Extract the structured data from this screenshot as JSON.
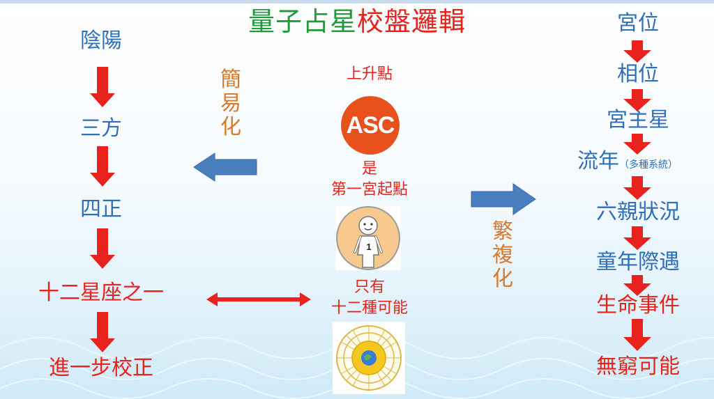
{
  "title": {
    "part1": "量子占星",
    "part2": "校盤邏輯",
    "color1": "#1f9b3a",
    "color2": "#e8231d"
  },
  "left_chain": [
    "陰陽",
    "三方",
    "四正",
    "十二星座之一",
    "進一步校正"
  ],
  "simplify_label": "簡易化",
  "complexify_label": "繁複化",
  "center": {
    "ascendant_label": "上升點",
    "asc_badge": "ASC",
    "is_label": "是",
    "first_house_label": "第一宮起點",
    "person_number": "1",
    "only_label": "只有",
    "twelve_possibilities": "十二種可能"
  },
  "right_chain": [
    {
      "label": "宮位"
    },
    {
      "label": "相位"
    },
    {
      "label": "宮主星"
    },
    {
      "label": "流年",
      "note": "（多種系統）"
    },
    {
      "label": "六親狀況"
    },
    {
      "label": "童年際遇"
    },
    {
      "label": "生命事件"
    },
    {
      "label": "無窮可能"
    }
  ],
  "colors": {
    "blue_text": "#2f6fb7",
    "red_text": "#e8231d",
    "orange_text": "#d77a2b",
    "flow_arrow_red": "#e8231d",
    "block_arrow_blue": "#4a7fbf"
  },
  "icons": {
    "down_arrow": "red-down-arrow-icon",
    "left_arrow": "blue-left-arrow-icon",
    "right_arrow": "blue-right-arrow-icon",
    "double_arrow": "red-double-arrow-icon",
    "ascendant": "asc-badge-icon",
    "person": "person-figure-icon",
    "zodiac": "zodiac-wheel-icon"
  }
}
